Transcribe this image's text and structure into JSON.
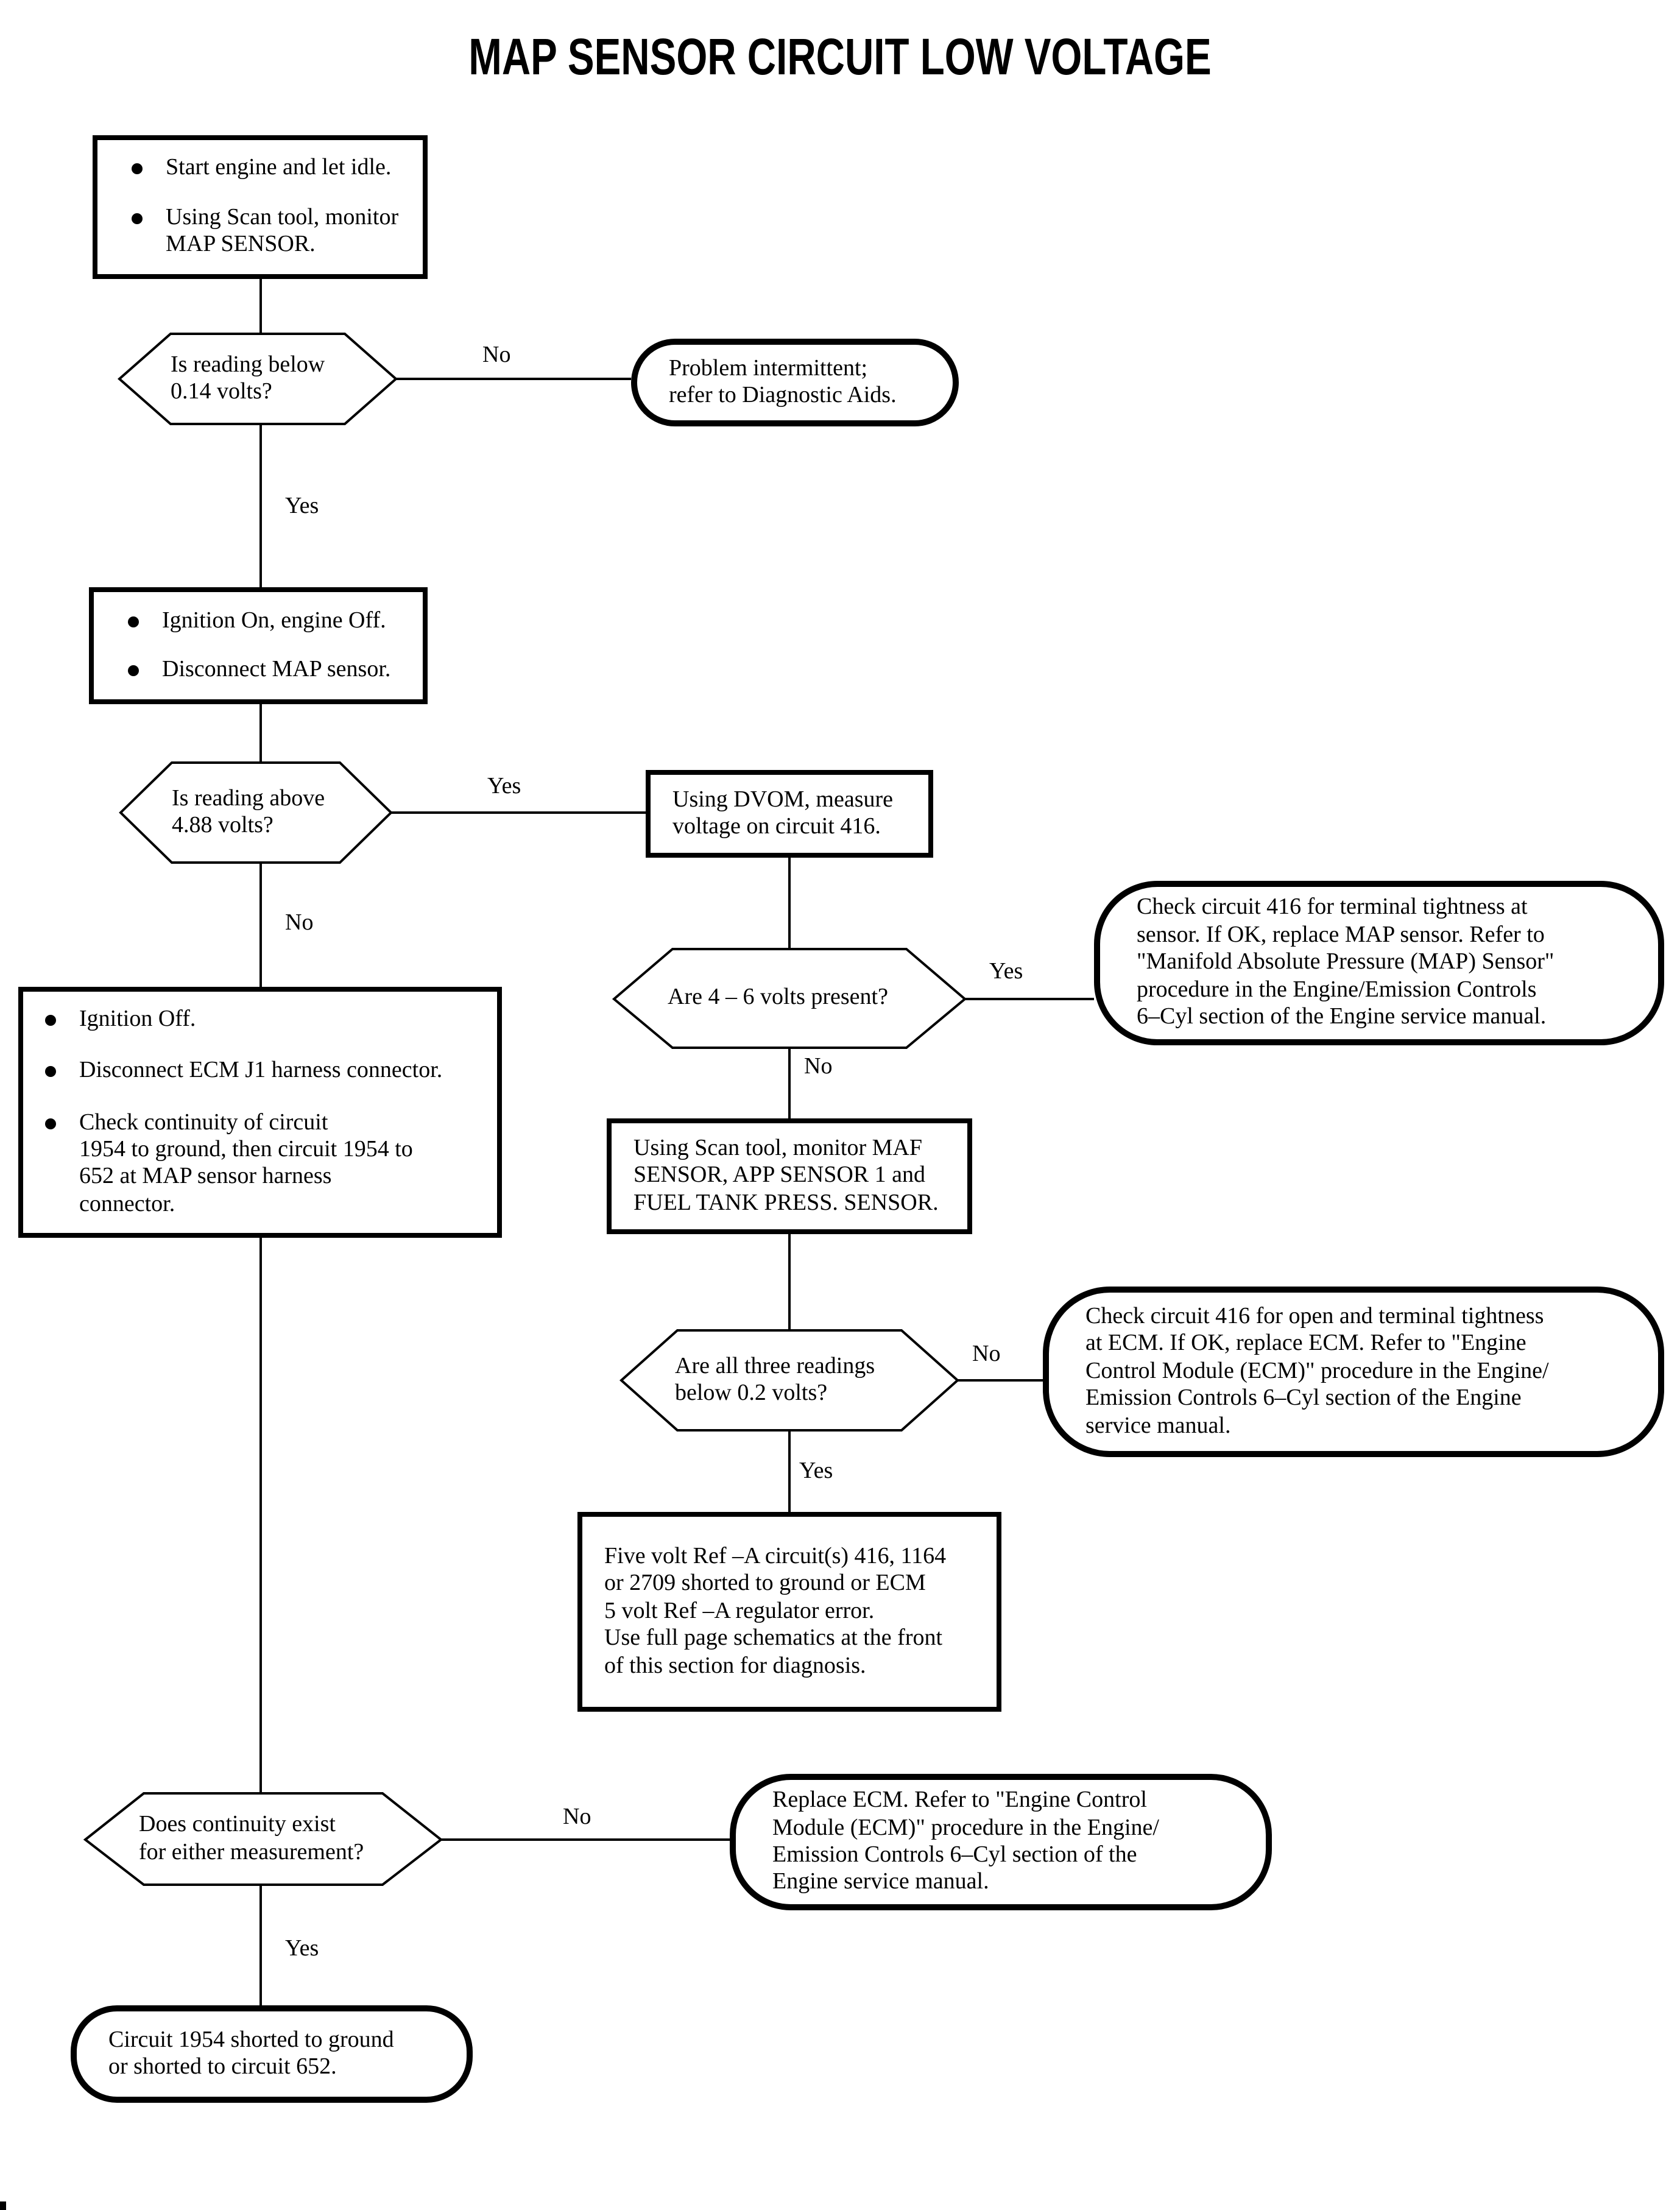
{
  "title": "MAP SENSOR CIRCUIT LOW VOLTAGE",
  "nodes": {
    "start_box": {
      "bullets": [
        "Start engine and let idle.",
        "Using Scan tool, monitor\nMAP SENSOR."
      ]
    },
    "decision_reading_below": {
      "text": "Is reading below\n0.14 volts?"
    },
    "terminator_intermittent": {
      "text": "Problem intermittent;\nrefer to Diagnostic Aids."
    },
    "ignition_on_box": {
      "bullets": [
        "Ignition On, engine Off.",
        "Disconnect MAP sensor."
      ]
    },
    "decision_reading_above": {
      "text": "Is reading above\n4.88 volts?"
    },
    "dvom_box": {
      "text": "Using DVOM, measure\nvoltage on circuit 416."
    },
    "decision_volts_present": {
      "text": "Are 4 – 6 volts present?"
    },
    "terminator_check_sensor": {
      "text": "Check circuit 416 for terminal tightness at\nsensor. If OK, replace MAP sensor. Refer to\n\"Manifold Absolute Pressure (MAP) Sensor\"\nprocedure in the Engine/Emission Controls\n6–Cyl section of the Engine service manual."
    },
    "ignition_off_box": {
      "bullets": [
        "Ignition Off.",
        "Disconnect ECM J1 harness connector.",
        "Check continuity of circuit\n1954 to ground, then circuit 1954 to\n652 at MAP sensor harness\nconnector."
      ]
    },
    "scan_tool_box": {
      "text": "Using Scan tool, monitor MAF\nSENSOR, APP SENSOR 1 and\nFUEL TANK PRESS. SENSOR."
    },
    "decision_three_readings": {
      "text": "Are all three readings\nbelow 0.2 volts?"
    },
    "terminator_check_ecm": {
      "text": "Check circuit 416 for open and terminal tightness\nat ECM. If OK, replace ECM. Refer to \"Engine\nControl Module (ECM)\" procedure in the Engine/\nEmission Controls 6–Cyl section of the Engine\nservice manual."
    },
    "five_volt_box": {
      "text": "Five volt Ref –A circuit(s) 416, 1164\nor 2709 shorted to ground or ECM\n5 volt Ref –A regulator error.\nUse full page schematics at the front\nof this section for diagnosis."
    },
    "decision_continuity": {
      "text": "Does continuity exist\nfor either measurement?"
    },
    "terminator_replace_ecm": {
      "text": "Replace ECM. Refer to \"Engine Control\nModule (ECM)\" procedure in the Engine/\nEmission Controls 6–Cyl section of the\nEngine service manual."
    },
    "terminator_circuit_shorted": {
      "text": "Circuit 1954 shorted to ground\nor shorted to circuit 652."
    }
  },
  "branch_labels": {
    "reading_below_no": "No",
    "reading_below_yes": "Yes",
    "reading_above_yes": "Yes",
    "reading_above_no": "No",
    "volts_present_yes": "Yes",
    "volts_present_no": "No",
    "three_readings_no": "No",
    "three_readings_yes": "Yes",
    "continuity_no": "No",
    "continuity_yes": "Yes"
  },
  "colors": {
    "ink": "#000000",
    "paper": "#ffffff"
  }
}
